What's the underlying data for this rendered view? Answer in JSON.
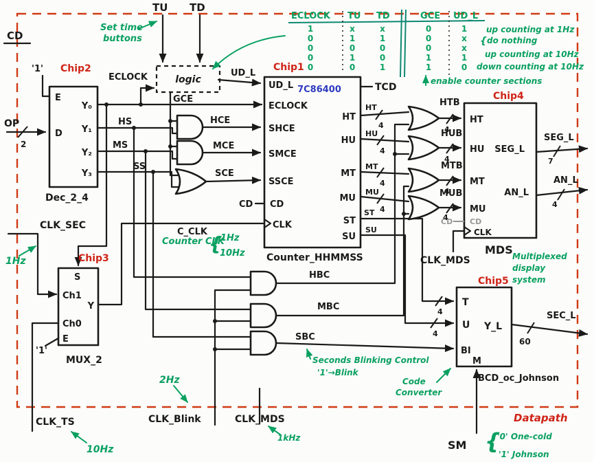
{
  "colors": {
    "ink": "#1a1a1a",
    "red": "#cf2418",
    "green": "#0aa061",
    "teal": "#0d8872",
    "blue": "#2e3bbf",
    "border": "#d03a14",
    "gray": "#979797"
  },
  "top": {
    "cd": "CD",
    "tu": "TU",
    "td": "TD",
    "set_time_line1": "Set time",
    "set_time_line2": "buttons",
    "logic": "logic",
    "eclock": "ECLOCK",
    "ud_l": "UD_L",
    "gce": "GCE"
  },
  "truth_table": {
    "headers": [
      "ECLOCK",
      "TU",
      "TD",
      "GCE",
      "UD_L"
    ],
    "rows": [
      [
        "1",
        "x",
        "x",
        "0",
        "1"
      ],
      [
        "0",
        "1",
        "1",
        "0",
        "x"
      ],
      [
        "0",
        "0",
        "0",
        "0",
        "x"
      ],
      [
        "0",
        "1",
        "0",
        "1",
        "1"
      ],
      [
        "0",
        "0",
        "1",
        "1",
        "0"
      ]
    ],
    "brace": "{",
    "notes": [
      "up counting at 1Hz",
      "do nothing",
      "up counting at 10Hz",
      "down counting at 10Hz"
    ],
    "enable_note": "enable counter sections"
  },
  "chip1": {
    "tag": "Chip1",
    "part": "7C86400",
    "name": "Counter_HHMMSS",
    "tcd": "TCD",
    "in": [
      "UD_L",
      "ECLOCK",
      "SHCE",
      "SMCE",
      "SSCE",
      "CD",
      "CLK"
    ],
    "out": [
      "HT",
      "HU",
      "MT",
      "MU",
      "ST",
      "SU"
    ]
  },
  "chip2": {
    "tag": "Chip2",
    "name": "Dec_2_4",
    "one": "'1'",
    "op": "OP",
    "e": "E",
    "d": "D",
    "y0": "Y₀",
    "y1": "Y₁",
    "y2": "Y₂",
    "y3": "Y₃"
  },
  "chip3": {
    "tag": "Chip3",
    "name": "MUX_2",
    "one": "'1'",
    "s": "S",
    "ch1": "Ch1",
    "ch0": "Ch0",
    "e": "E",
    "y": "Y"
  },
  "chip4": {
    "tag": "Chip4",
    "name": "MDS",
    "in": [
      "HT",
      "HU",
      "MT",
      "MU",
      "CD",
      "CLK"
    ],
    "seg_l": "SEG_L",
    "an_l": "AN_L"
  },
  "chip5": {
    "tag": "Chip5",
    "name": "BCD_oc_Johnson",
    "t": "T",
    "u": "U",
    "bi": "BI",
    "m": "M",
    "y_l": "Y_L"
  },
  "wires": {
    "hs": "HS",
    "ms": "MS",
    "ss": "SS",
    "hce": "HCE",
    "mce": "MCE",
    "sce": "SCE",
    "cd": "CD",
    "c_clk": "C_CLK",
    "ht": "HT",
    "hu": "HU",
    "mt": "MT",
    "mu": "MU",
    "st": "ST",
    "su": "SU",
    "htb": "HTB",
    "hub": "HUB",
    "mtb": "MTB",
    "mub": "MUB",
    "hbc": "HBC",
    "mbc": "MBC",
    "sbc": "SBC",
    "clk_sec": "CLK_SEC",
    "clk_ts": "CLK_TS",
    "clk_blink": "CLK_Blink",
    "clk_mds": "CLK_MDS",
    "seg_l": "SEG_L",
    "an_l": "AN_L",
    "sec_l": "SEC_L",
    "sm": "SM"
  },
  "bus": {
    "w2": "2",
    "w4": "4",
    "w7": "7",
    "w60": "60"
  },
  "notes": {
    "counter_clk": "Counter CLK",
    "brace": "{",
    "hz1": "1Hz",
    "hz10": "10Hz",
    "hz2": "2Hz",
    "khz1": "1kHz",
    "blink1": "Seconds Blinking Control",
    "blink2": "'1'→Blink",
    "code1": "Code",
    "code2": "Converter",
    "mds1": "Multiplexed",
    "mds2": "display",
    "mds3": "system",
    "sm_brace": "{",
    "sm0": "'0' One-cold",
    "sm1": "'1' Johnson",
    "datapath": "Datapath"
  }
}
